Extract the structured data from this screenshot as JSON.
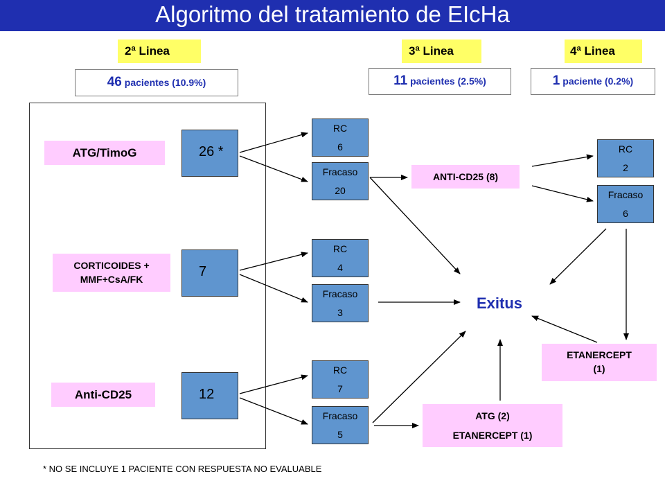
{
  "title": "Algoritmo del tratamiento de EIcHa",
  "lines": {
    "second": "2ª Linea",
    "third": "3ª Linea",
    "fourth": "4ª Linea"
  },
  "counts": {
    "second": {
      "number": "46",
      "text": " pacientes (10.9%)"
    },
    "third": {
      "number": "11",
      "text": " pacientes (2.5%)"
    },
    "fourth": {
      "number": "1",
      "text": " paciente (0.2%)"
    }
  },
  "treatments": {
    "atg": "ATG/TimoG",
    "corticoides_line1": "CORTICOIDES +",
    "corticoides_line2": "MMF+CsA/FK",
    "anticd25": "Anti-CD25"
  },
  "patients": {
    "atg": "26 *",
    "corticoides": "7",
    "anticd25": "12"
  },
  "outcomes": {
    "atg_rc": {
      "label": "RC",
      "value": "6"
    },
    "atg_fracaso": {
      "label": "Fracaso",
      "value": "20"
    },
    "cort_rc": {
      "label": "RC",
      "value": "4"
    },
    "cort_fracaso": {
      "label": "Fracaso",
      "value": "3"
    },
    "cd25_rc": {
      "label": "RC",
      "value": "7"
    },
    "cd25_fracaso": {
      "label": "Fracaso",
      "value": "5"
    },
    "fourth_rc": {
      "label": "RC",
      "value": "2"
    },
    "fourth_fracaso": {
      "label": "Fracaso",
      "value": "6"
    }
  },
  "third_line": {
    "anticd25": "ANTI-CD25 (8)",
    "atg_line1": "ATG (2)",
    "atg_line2": "ETANERCEPT (1)"
  },
  "fourth_line": {
    "etanercept_line1": "ETANERCEPT",
    "etanercept_line2": "(1)"
  },
  "exitus": "Exitus",
  "footnote": "* NO SE INCLUYE 1 PACIENTE CON RESPUESTA NO EVALUABLE",
  "colors": {
    "title_bar": "#1f2fb0",
    "line_label": "#ffff66",
    "treatment_box": "#ffccff",
    "patient_box": "#5f95cf",
    "accent_text": "#1f2fb0"
  }
}
